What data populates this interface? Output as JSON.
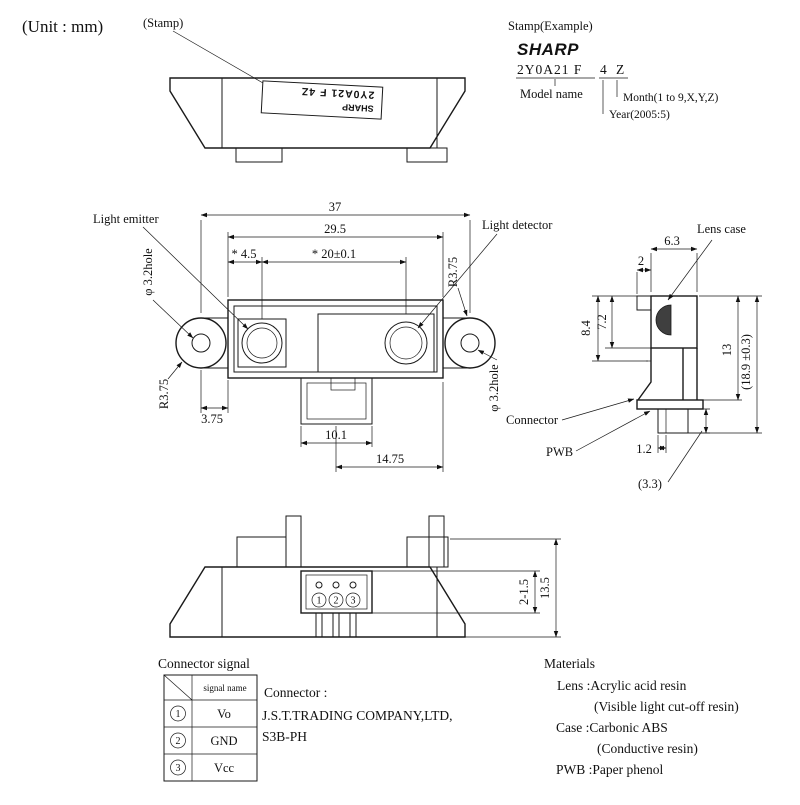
{
  "unit_label": "(Unit : mm)",
  "top_view": {
    "stamp_callout": "(Stamp)",
    "stamp_line1": "SHARP",
    "stamp_line2": "2Y0A21 F 4Z"
  },
  "stamp_example": {
    "title": "Stamp(Example)",
    "brand": "SHARP",
    "model_code": "2Y0A21 F",
    "month_digit": "4",
    "year_digit": "Z",
    "model_name_label": "Model name",
    "month_note": "Month(1 to 9,X,Y,Z)",
    "year_note": "Year(2005:5)"
  },
  "front_view": {
    "light_emitter_label": "Light emitter",
    "light_detector_label": "Light detector",
    "hole_label_left": "φ 3.2hole",
    "hole_label_right": "φ 3.2hole",
    "radius_label_right": "R3.75",
    "radius_label_left": "R3.75",
    "dim_overall": "37",
    "dim_body": "29.5",
    "dim_emitter": "* 4.5",
    "dim_centers": "* 20±0.1",
    "dim_ear": "3.75",
    "dim_conn_width": "10.1",
    "dim_conn_offset": "14.75"
  },
  "side_view": {
    "lens_case_label": "Lens case",
    "connector_label": "Connector",
    "pwb_label": "PWB",
    "dim_depth": "6.3",
    "dim_step": "2",
    "dim_a": "8.4",
    "dim_b": "7.2",
    "dim_height": "13",
    "dim_total": "(18.9 ±0.3)",
    "dim_pwb": "1.2",
    "dim_tail": "(3.3)"
  },
  "bottom_view": {
    "pins": [
      "1",
      "2",
      "3"
    ],
    "dim_pins": "2-1.5",
    "dim_height": "13.5"
  },
  "connector_table": {
    "title": "Connector signal",
    "header": "signal name",
    "rows": [
      {
        "no": "1",
        "signal": "Vo"
      },
      {
        "no": "2",
        "signal": "GND"
      },
      {
        "no": "3",
        "signal": "Vcc"
      }
    ]
  },
  "connector_info": {
    "label": "Connector :",
    "line1": "J.S.T.TRADING COMPANY,LTD,",
    "line2": "S3B-PH"
  },
  "materials": {
    "title": "Materials",
    "line1": "Lens :Acrylic acid resin",
    "line2": "(Visible light cut-off resin)",
    "line3": "Case :Carbonic ABS",
    "line4": "(Conductive resin)",
    "line5": "PWB :Paper phenol"
  }
}
